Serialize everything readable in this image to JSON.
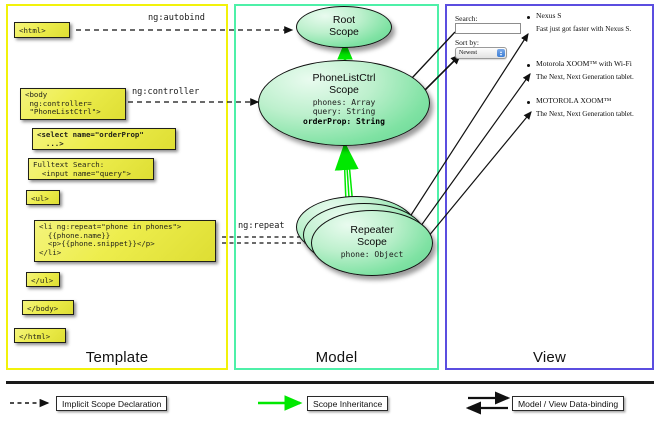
{
  "panels": [
    {
      "id": "template",
      "label": "Template",
      "border_color": "#f2f20a"
    },
    {
      "id": "model",
      "label": "Model",
      "border_color": "#4ef0a8"
    },
    {
      "id": "view",
      "label": "View",
      "border_color": "#5b4ee0"
    }
  ],
  "template": {
    "boxes": [
      {
        "name": "html-open-tag",
        "text": "<html>"
      },
      {
        "name": "body-controller-tag",
        "text": "<body\n ng:controller=\n \"PhoneListCtrl\">"
      },
      {
        "name": "select-orderprop-tag",
        "text": "<select name=\"orderProp\"\n  ...>"
      },
      {
        "name": "fulltext-search-input",
        "text": "Fulltext Search:\n  <input name=\"query\">"
      },
      {
        "name": "ul-open-tag",
        "text": "<ul>"
      },
      {
        "name": "li-ngrepeat-block",
        "text": "<li ng:repeat=\"phone in phones\">\n  {{phone.name}}\n  <p>{{phone.snippet}}</p>\n</li>"
      },
      {
        "name": "ul-close-tag",
        "text": "</ul>"
      },
      {
        "name": "body-close-tag",
        "text": "</body>"
      },
      {
        "name": "html-close-tag",
        "text": "</html>"
      }
    ]
  },
  "model": {
    "scopes": [
      {
        "name": "root-scope",
        "title": "Root\nScope",
        "props": []
      },
      {
        "name": "phonelistctrl-scope",
        "title": "PhoneListCtrl\nScope",
        "props": [
          {
            "text": "phones: Array",
            "bold": false
          },
          {
            "text": "query: String",
            "bold": false
          },
          {
            "text": "orderProp: String",
            "bold": true
          }
        ]
      },
      {
        "name": "repeater-scope",
        "title": "Repeater\nScope",
        "props": [
          {
            "text": "phone: Object",
            "bold": false
          }
        ]
      }
    ]
  },
  "connectors": {
    "autobind": "ng:autobind",
    "controller": "ng:controller",
    "repeat": "ng:repeat"
  },
  "view": {
    "search_label": "Search:",
    "search_value": "",
    "sort_label": "Sort by:",
    "sort_selected": "Newest",
    "phones": [
      {
        "name": "Nexus S",
        "snippet": "Fast just got faster with Nexus S."
      },
      {
        "name": "Motorola XOOM™ with Wi-Fi",
        "snippet": "The Next, Next Generation tablet."
      },
      {
        "name": "MOTOROLA XOOM™",
        "snippet": "The Next, Next Generation tablet."
      }
    ]
  },
  "legend": [
    {
      "name": "legend-implicit-scope-declaration",
      "label": "Implicit Scope Declaration",
      "style": "dashed-arrow",
      "color": "#1a1a1a"
    },
    {
      "name": "legend-scope-inheritance",
      "label": "Scope Inheritance",
      "style": "solid-arrow",
      "color": "#00e800"
    },
    {
      "name": "legend-model-view-databinding",
      "label": "Model / View Data-binding",
      "style": "double-arrow",
      "color": "#111111"
    }
  ]
}
